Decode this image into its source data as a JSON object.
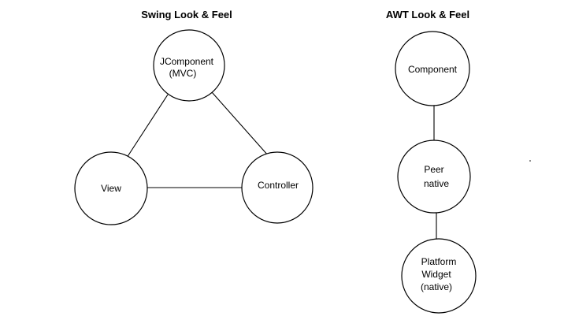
{
  "swing": {
    "title": "Swing Look & Feel",
    "nodes": {
      "jcomponent": {
        "line1": "JComponent",
        "line2": "(MVC)"
      },
      "view": {
        "label": "View"
      },
      "controller": {
        "label": "Controller"
      }
    }
  },
  "awt": {
    "title": "AWT Look & Feel",
    "nodes": {
      "component": {
        "label": "Component"
      },
      "peer": {
        "line1": "Peer",
        "line2": "native"
      },
      "platform": {
        "line1": "Platform",
        "line2": "Widget",
        "line3": "(native)"
      }
    }
  },
  "colors": {
    "stroke": "#000000",
    "fill": "#ffffff",
    "text": "#000000"
  }
}
